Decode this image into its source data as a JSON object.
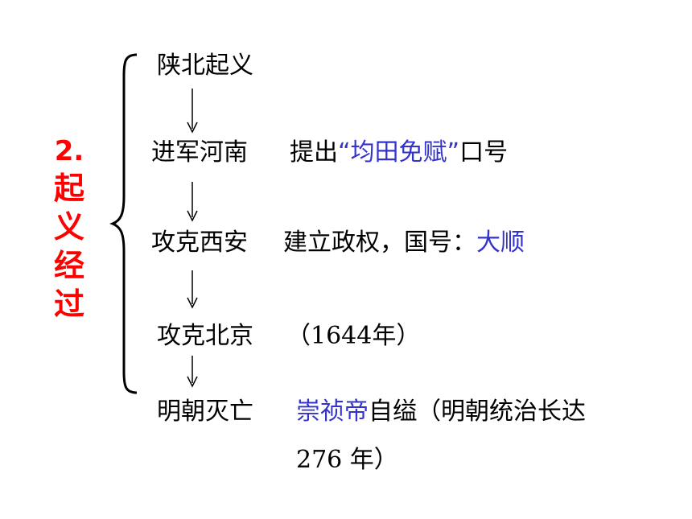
{
  "section": {
    "number": "2.",
    "title_chars": [
      "起",
      "义",
      "经",
      "过"
    ],
    "color": "#ff0000"
  },
  "steps": [
    {
      "label": "陕北起义"
    },
    {
      "label": "进军河南"
    },
    {
      "label": "攻克西安"
    },
    {
      "label": "攻克北京"
    },
    {
      "label": "明朝灭亡"
    }
  ],
  "notes": {
    "henan": {
      "prefix": "提出",
      "highlight": "“均田免赋”",
      "suffix": "口号"
    },
    "xian": {
      "prefix": "建立政权，国号：",
      "highlight": "大顺"
    },
    "beijing": {
      "text": "（1644年）"
    },
    "ming": {
      "highlight": "崇祯帝",
      "line1_rest": "自缢（明朝统治长达",
      "line2": "276 年）"
    }
  },
  "colors": {
    "highlight": "#3333cc",
    "text": "#000000"
  }
}
